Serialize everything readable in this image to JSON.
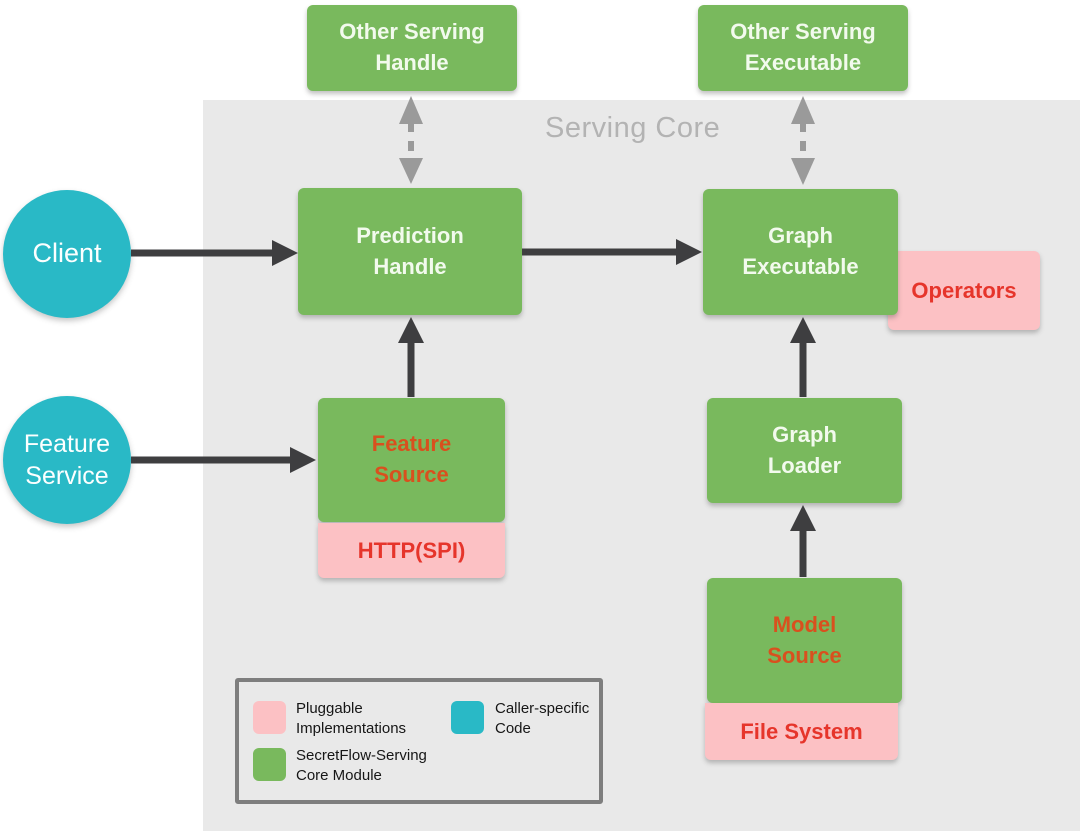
{
  "serving_core": {
    "title": "Serving Core"
  },
  "nodes": {
    "other_serving_handle": "Other Serving\nHandle",
    "other_serving_executable": "Other Serving\nExecutable",
    "prediction_handle": "Prediction\nHandle",
    "graph_executable": "Graph\nExecutable",
    "operators": "Operators",
    "feature_source": "Feature\nSource",
    "http_spi": "HTTP(SPI)",
    "graph_loader": "Graph\nLoader",
    "model_source": "Model\nSource",
    "file_system": "File System",
    "client": "Client",
    "feature_service": "Feature\nService"
  },
  "legend": {
    "items": [
      {
        "swatch_color": "#fcc1c4",
        "label": "Pluggable\nImplementations"
      },
      {
        "swatch_color": "#29b9c6",
        "label": "Caller-specific\nCode"
      },
      {
        "swatch_color": "#79b95d",
        "label": "SecretFlow-Serving\nCore Module"
      }
    ]
  },
  "colors": {
    "panel_bg": "#e9e9e9",
    "core_module_green": "#79b95d",
    "pluggable_pink": "#fcc1c4",
    "caller_cyan": "#29b9c6",
    "red_text": "#e6352b",
    "orange_text": "#d9501e",
    "panel_title_gray": "#b3b3b3",
    "solid_arrow": "#3e3e40",
    "dashed_arrow": "#9a9a9a",
    "legend_border": "#7e7e7e"
  }
}
